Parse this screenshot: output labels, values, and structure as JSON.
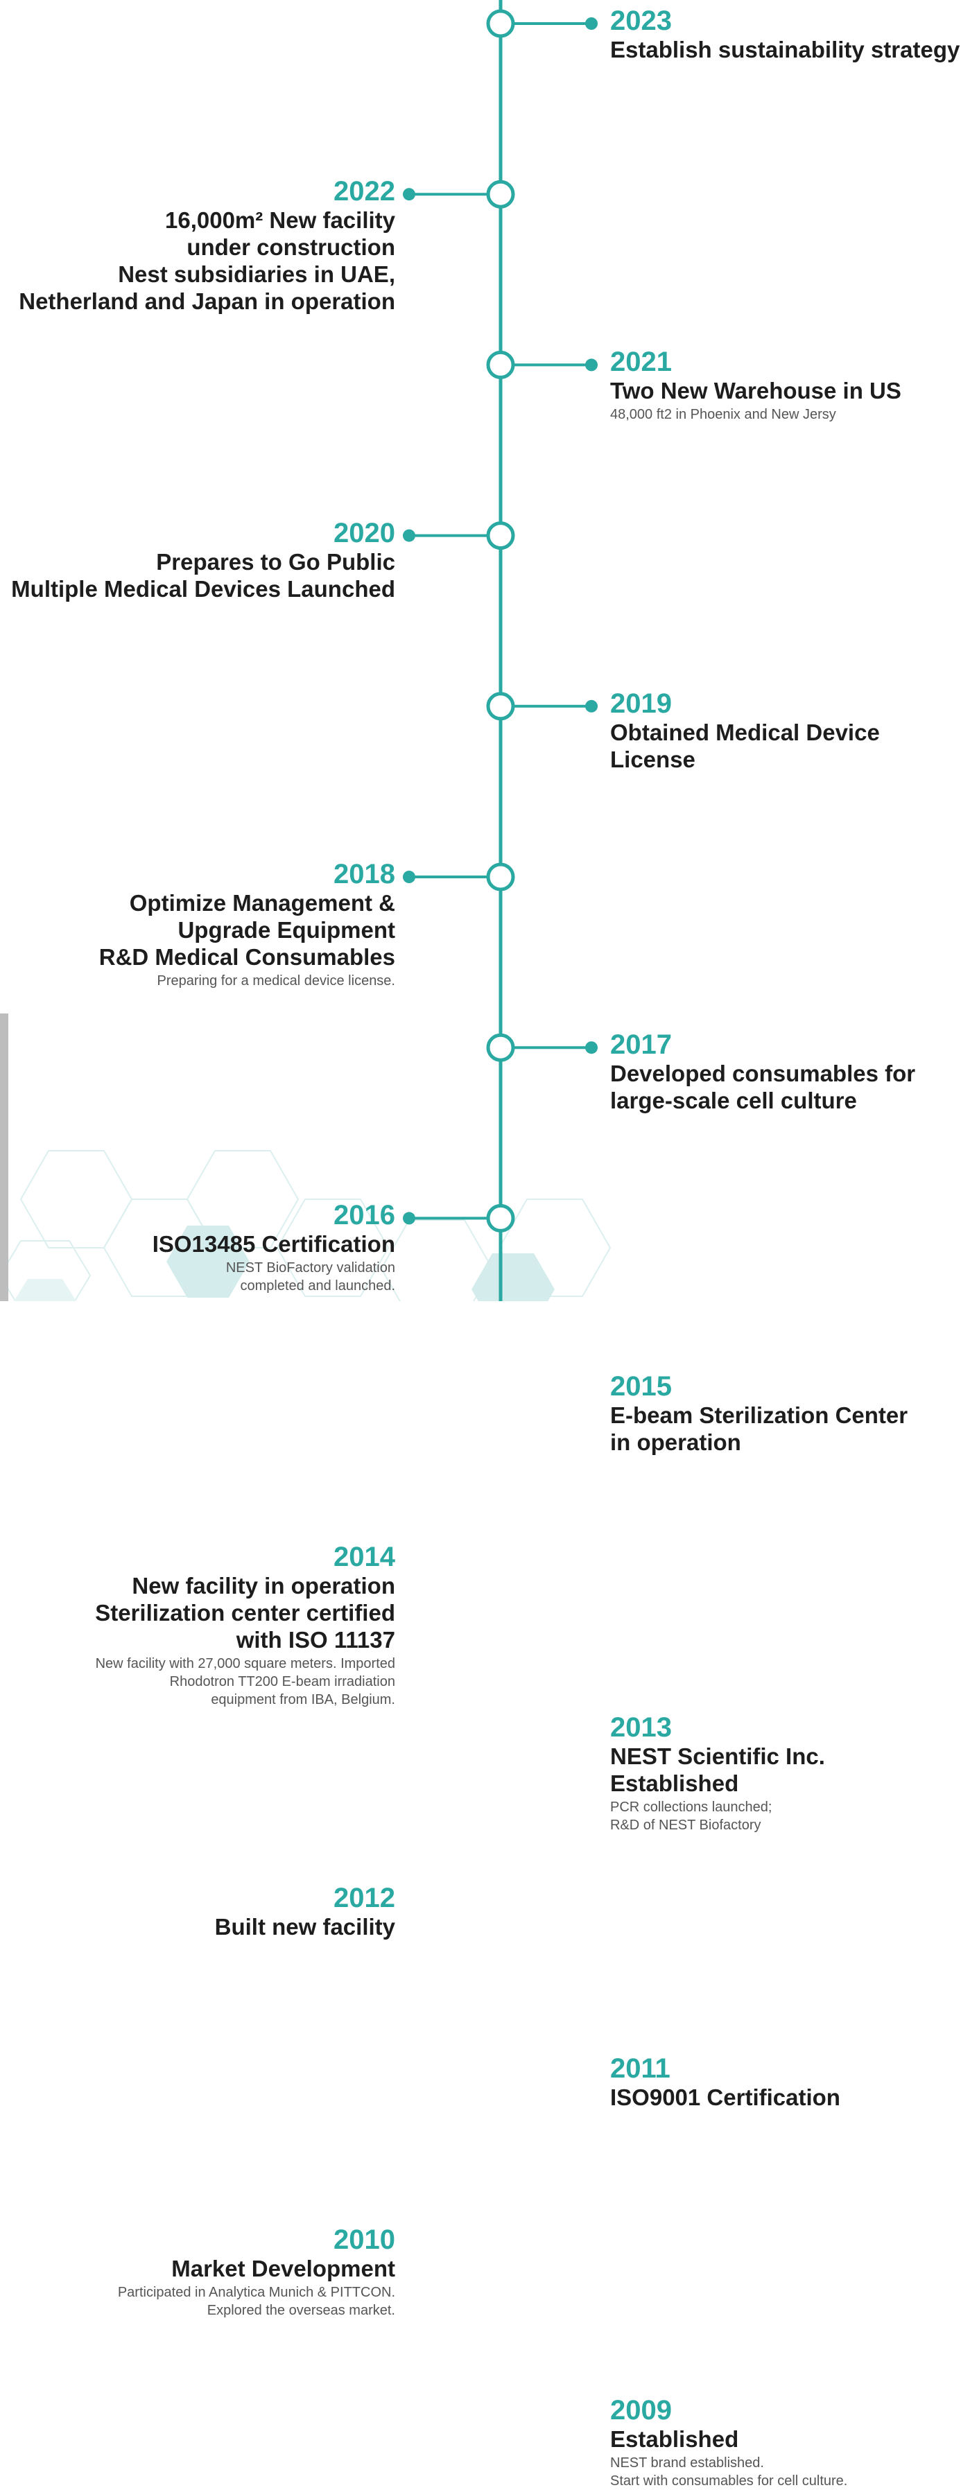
{
  "colors": {
    "accent": "#2aa8a2",
    "title": "#1d1d1d",
    "description": "#555555",
    "background_hex": "#d4ecec"
  },
  "milestones": [
    {
      "year": "2023",
      "side": "right",
      "title": "Establish sustainability strategy",
      "description": ""
    },
    {
      "year": "2022",
      "side": "left",
      "title": "16,000m² New facility\nunder construction\nNest subsidiaries in UAE,\nNetherland and Japan in operation",
      "description": ""
    },
    {
      "year": "2021",
      "side": "right",
      "title": "Two New Warehouse in US",
      "description": "48,000 ft2 in Phoenix and New Jersy"
    },
    {
      "year": "2020",
      "side": "left",
      "title": "Prepares to Go Public\nMultiple Medical Devices Launched",
      "description": ""
    },
    {
      "year": "2019",
      "side": "right",
      "title": "Obtained Medical Device License",
      "description": ""
    },
    {
      "year": "2018",
      "side": "left",
      "title": "Optimize Management &\nUpgrade Equipment\nR&D Medical Consumables",
      "description": "Preparing for a medical device license."
    },
    {
      "year": "2017",
      "side": "right",
      "title": "Developed consumables for\nlarge-scale cell culture",
      "description": ""
    },
    {
      "year": "2016",
      "side": "left",
      "title": "ISO13485 Certification",
      "description": "NEST BioFactory validation\ncompleted and launched."
    },
    {
      "year": "2015",
      "side": "right",
      "title": "E-beam Sterilization Center\nin operation",
      "description": ""
    },
    {
      "year": "2014",
      "side": "left",
      "title": "New facility in operation\nSterilization center certified\nwith ISO 11137",
      "description": "New facility with 27,000 square meters. Imported\nRhodotron TT200 E-beam irradiation\nequipment from IBA, Belgium."
    },
    {
      "year": "2013",
      "side": "right",
      "title": "NEST Scientific Inc.\nEstablished",
      "description": "PCR collections launched;\nR&D of NEST Biofactory"
    },
    {
      "year": "2012",
      "side": "left",
      "title": "Built new facility",
      "description": ""
    },
    {
      "year": "2011",
      "side": "right",
      "title": "ISO9001 Certification",
      "description": ""
    },
    {
      "year": "2010",
      "side": "left",
      "title": "Market Development",
      "description": "Participated in Analytica Munich & PITTCON.\nExplored the overseas market."
    },
    {
      "year": "2009",
      "side": "right",
      "title": "Established",
      "description": "NEST brand established.\nStart with consumables for cell culture."
    }
  ]
}
